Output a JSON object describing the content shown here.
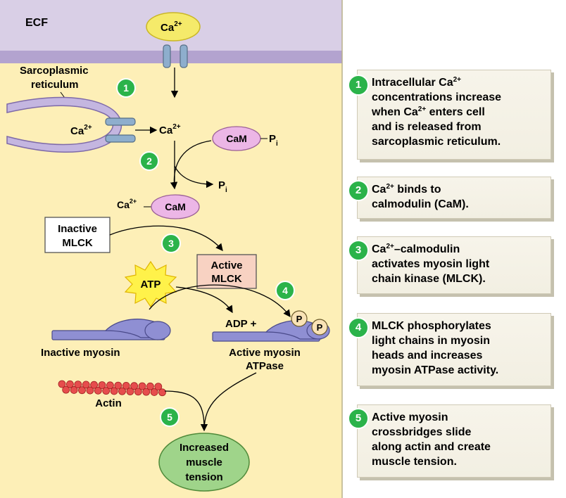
{
  "diagram": {
    "ecf_label": "ECF",
    "channel_ion_label": "Ca",
    "sr_label_line1": "Sarcoplasmic",
    "sr_label_line2": "reticulum",
    "ca_sr_side": "Ca",
    "ca_released": "Ca",
    "cam_label": "CaM",
    "pi_label": "P",
    "pi_subscript": "i",
    "pi_free_label": "P",
    "pi_free_subscript": "i",
    "ca_bound_label": "Ca",
    "cam_complex_label": "CaM",
    "inactive_mlck_line1": "Inactive",
    "inactive_mlck_line2": "MLCK",
    "active_mlck_line1": "Active",
    "active_mlck_line2": "MLCK",
    "atp_label": "ATP",
    "adp_label": "ADP +",
    "phosphate_1": "P",
    "phosphate_2": "P",
    "inactive_myosin_label": "Inactive myosin",
    "active_myosin_line1": "Active myosin",
    "active_myosin_line2": "ATPase",
    "actin_label": "Actin",
    "result_line1": "Increased",
    "result_line2": "muscle",
    "result_line3": "tension",
    "charge_superscript": "2+",
    "step_numbers": [
      "1",
      "2",
      "3",
      "4",
      "5"
    ]
  },
  "steps": [
    {
      "number": "1",
      "lines": [
        "Intracellular Ca|2+",
        "concentrations increase",
        "when Ca|2+| enters cell",
        "and is released from",
        "sarcoplasmic reticulum."
      ]
    },
    {
      "number": "2",
      "lines": [
        "Ca|2+| binds to",
        "calmodulin (CaM)."
      ]
    },
    {
      "number": "3",
      "lines": [
        "Ca|2+|–calmodulin",
        "activates myosin light",
        "chain kinase (MLCK)."
      ]
    },
    {
      "number": "4",
      "lines": [
        "MLCK phosphorylates",
        "light chains in myosin",
        "heads and increases",
        "myosin ATPase activity."
      ]
    },
    {
      "number": "5",
      "lines": [
        "Active myosin",
        "crossbridges slide",
        "along actin and create",
        "muscle tension."
      ]
    }
  ],
  "colors": {
    "ecf_background": "#d9cfe6",
    "membrane": "#b3a3cf",
    "cytoplasm": "#fdefb7",
    "calcium": "#f5ea6a",
    "calmodulin": "#ecb6e6",
    "myosin": "#8f8fd3",
    "actin": "#e64d4d",
    "active_mlck": "#f8d2c2",
    "tension": "#9fd48a",
    "step_badge": "#2bb34a"
  }
}
